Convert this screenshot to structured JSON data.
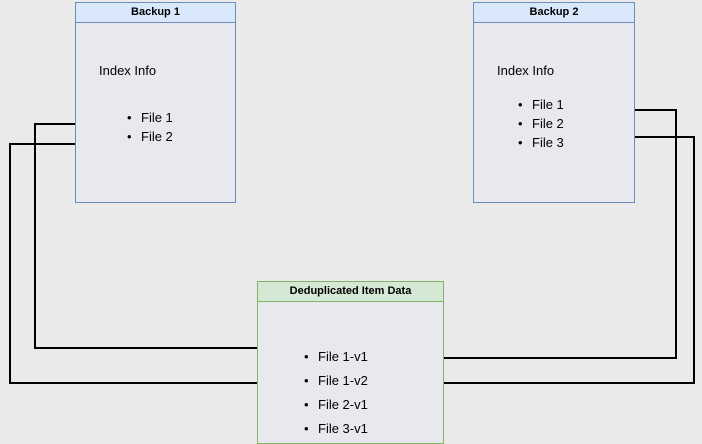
{
  "diagram": {
    "type": "deduplication-flow-diagram",
    "background_color": "#eaeaea",
    "nodes": [
      {
        "id": "backup1",
        "title": "Backup 1",
        "section_label": "Index Info",
        "items": [
          "File 1",
          "File 2"
        ],
        "fill_color": "#e8e8ef",
        "header_color": "#dae8fc",
        "border_color": "#6c8ebf"
      },
      {
        "id": "backup2",
        "title": "Backup 2",
        "section_label": "Index Info",
        "items": [
          "File 1",
          "File 2",
          "File 3"
        ],
        "fill_color": "#e8e8ef",
        "header_color": "#dae8fc",
        "border_color": "#6c8ebf"
      },
      {
        "id": "dedup",
        "title": "Deduplicated Item Data",
        "items": [
          "File 1-v1",
          "File 1-v2",
          "File 2-v1",
          "File 3-v1"
        ],
        "fill_color": "#e8e8ef",
        "header_color": "#d5e8d4",
        "border_color": "#82b366"
      }
    ],
    "edges": [
      {
        "from": "backup1.File 1",
        "to": "dedup.File 1-v1",
        "route": "left"
      },
      {
        "from": "backup1.File 2",
        "to": "dedup.File 2-v1",
        "route": "left"
      },
      {
        "from": "backup2.File 1",
        "to": "dedup.File 1-v2",
        "route": "right"
      },
      {
        "from": "backup2.File 2",
        "to": "dedup.File 2-v1",
        "route": "right"
      }
    ]
  }
}
